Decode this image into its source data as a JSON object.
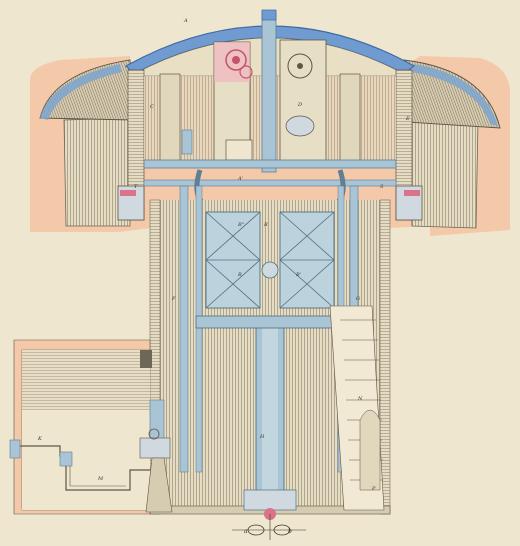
{
  "colors": {
    "paper": "#efe6cf",
    "masonry": "#f3c9a9",
    "cupola": "#6f9bd0",
    "cupola_dark": "#3f6aa8",
    "steel": "#a9c4d4",
    "steel_dark": "#5e7f94",
    "hatch": "#8a8170",
    "red_accent": "#d9738a",
    "ink": "#3a3226"
  },
  "labels": {
    "a1": "A",
    "a2": "A'",
    "b1": "B",
    "b2": "B'",
    "b3": "B''",
    "c1": "C",
    "d1": "D",
    "e1": "E",
    "f1": "F",
    "g1": "G",
    "h1": "H",
    "k1": "K",
    "m1": "M",
    "n1": "N",
    "p1": "P",
    "r1": "R",
    "s1": "S",
    "t1": "T",
    "bottom_left": "a",
    "bottom_right": "b"
  }
}
